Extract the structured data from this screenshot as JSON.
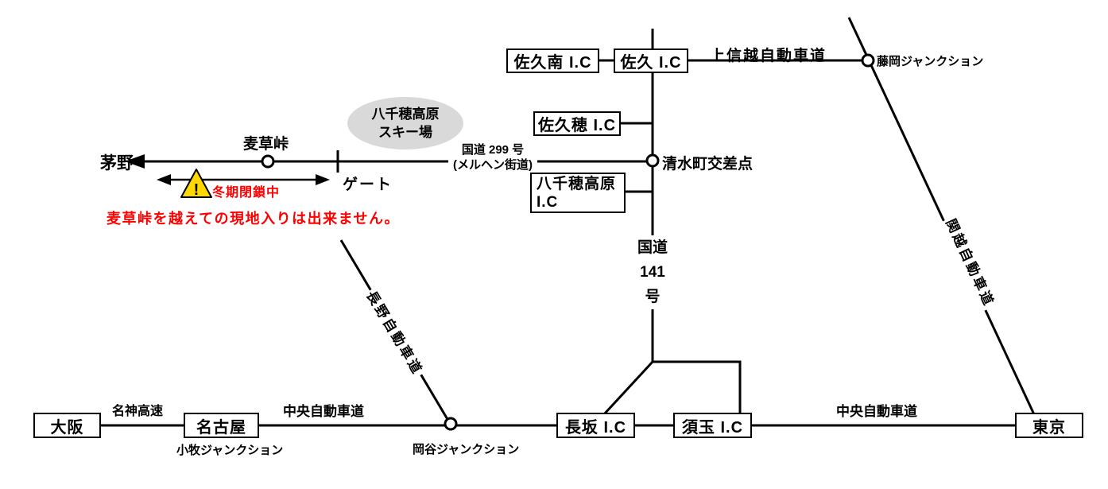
{
  "ics": {
    "saku_minami": "佐久南 I.C",
    "saku": "佐久 I.C",
    "sakuho": "佐久穂 I.C",
    "yachiho_line1": "八千穂高原",
    "yachiho_line2": "I.C",
    "nagasaka": "長坂 I.C",
    "sutama": "須玉 I.C"
  },
  "cities": {
    "osaka": "大阪",
    "nagoya": "名古屋",
    "tokyo": "東京",
    "chino": "茅野"
  },
  "junctions": {
    "fujioka": "藤岡ジャンクション",
    "okaya": "岡谷ジャンクション",
    "komaki": "小牧ジャンクション",
    "shimizucho": "清水町交差点"
  },
  "roads": {
    "joshinetsu": "上信越自動車道",
    "kanetsu": "関越自動車道",
    "nagano": "長野自動車道",
    "meishin": "名神高速",
    "chuo_west": "中央自動車道",
    "chuo_east": "中央自動車道",
    "route299_name": "国道 299 号",
    "route299_alias": "(メルヘン街道)",
    "route141_line1": "国道",
    "route141_line2": "141",
    "route141_line3": "号"
  },
  "landmarks": {
    "mugikusa_pass": "麦草峠",
    "gate": "ゲート",
    "ski_resort_line1": "八千穂高原",
    "ski_resort_line2": "スキー場"
  },
  "warning": {
    "icon": "!",
    "closed": "冬期閉鎖中",
    "note": "麦草峠を越えての現地入りは出来ません。"
  },
  "colors": {
    "road": "#000000",
    "warning_text": "#ff0000",
    "warning_triangle": "#ffd800",
    "ski_ellipse": "#d9d9d9"
  }
}
